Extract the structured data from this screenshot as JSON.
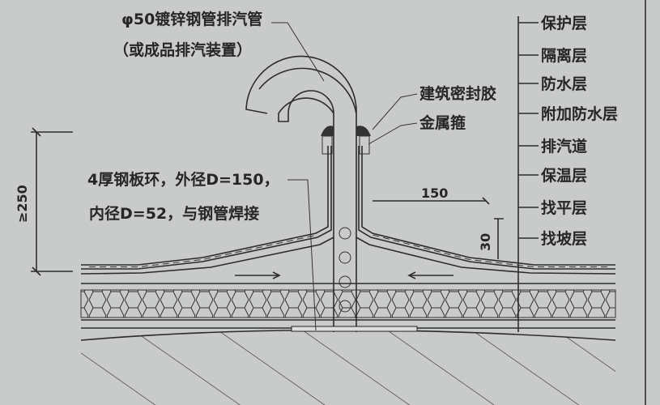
{
  "callouts": {
    "pipe_line1": "φ50镀锌钢管排汽管",
    "pipe_line2": "（或成品排汽装置）",
    "sealant": "建筑密封胶",
    "hoop": "金属箍",
    "ring_line1": "4厚钢板环，外径D=150，",
    "ring_line2": "内径D=52，与钢管焊接"
  },
  "dimensions": {
    "height": "≥250",
    "width": "150",
    "thickness": "30"
  },
  "layers": [
    "保护层",
    "隔离层",
    "防水层",
    "附加防水层",
    "排汽道",
    "保温层",
    "找平层",
    "找坡层"
  ]
}
